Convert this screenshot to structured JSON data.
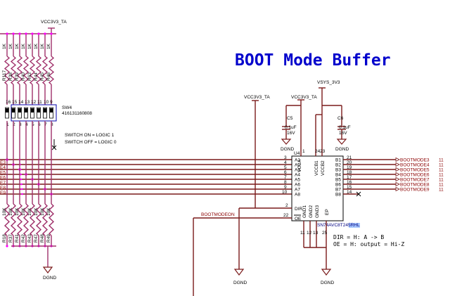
{
  "title": "BOOT Mode Buffer",
  "power": {
    "vcc_top_left": "VCC3V3_TA",
    "vcc_mid": "VCC3V3_TA",
    "vcc_mid2": "VCC3V3_TA",
    "vsys": "VSYS_3V3"
  },
  "resistors_top": {
    "values": [
      "1K",
      "1K",
      "1K",
      "1K",
      "1K",
      "1K",
      "1K",
      "1K"
    ],
    "refs": [
      "R117",
      "R38",
      "R39",
      "R40",
      "R63",
      "R44",
      "R45",
      "R46"
    ]
  },
  "resistors_bottom": {
    "values": [
      "10K",
      "10K",
      "10K",
      "10K",
      "10K",
      "10K",
      "10K",
      "10K"
    ],
    "refs": [
      "R18",
      "R37",
      "R41",
      "R42",
      "R43",
      "R47",
      "R48",
      "R49"
    ]
  },
  "switch": {
    "ref": "SW4",
    "part": "416131160808",
    "pins_top": [
      "16",
      "15",
      "14",
      "13",
      "12",
      "11",
      "10",
      "9"
    ],
    "pins_bottom": [
      "1",
      "2",
      "3",
      "4",
      "5",
      "6",
      "7",
      "8"
    ]
  },
  "switch_note": {
    "on": "SWITCH ON  =  LOGIC 1",
    "off": "SWITCH OFF  =  LOGIC 0"
  },
  "caps": [
    {
      "ref": "C5",
      "value": "0.1uF",
      "voltage": "16V"
    },
    {
      "ref": "C6",
      "value": "0.1uF",
      "voltage": "16V"
    }
  ],
  "ic": {
    "ref": "U4",
    "part": "SN74AVC8T245RHL",
    "a_pins": [
      {
        "num": "3",
        "name": "A1"
      },
      {
        "num": "4",
        "name": "A2"
      },
      {
        "num": "5",
        "name": "A3"
      },
      {
        "num": "6",
        "name": "A4"
      },
      {
        "num": "7",
        "name": "A5"
      },
      {
        "num": "8",
        "name": "A6"
      },
      {
        "num": "9",
        "name": "A7"
      },
      {
        "num": "10",
        "name": "A8"
      }
    ],
    "b_pins": [
      {
        "num": "21",
        "name": "B1"
      },
      {
        "num": "20",
        "name": "B2"
      },
      {
        "num": "19",
        "name": "B3"
      },
      {
        "num": "18",
        "name": "B4"
      },
      {
        "num": "17",
        "name": "B5"
      },
      {
        "num": "16",
        "name": "B6"
      },
      {
        "num": "15",
        "name": "B7"
      },
      {
        "num": "14",
        "name": "B8"
      }
    ],
    "top_pins": [
      {
        "num": "1",
        "name": "VCCA"
      },
      {
        "num": "24",
        "name": "VCCB1"
      },
      {
        "num": "23",
        "name": "VCCB2"
      }
    ],
    "dir_pin": {
      "num": "2",
      "name": "DIR"
    },
    "oe_pin": {
      "num": "22",
      "name": "OE"
    },
    "gnd_pins": [
      {
        "num": "11",
        "name": "GND1"
      },
      {
        "num": "12",
        "name": "GND2"
      },
      {
        "num": "13",
        "name": "GND3"
      }
    ],
    "ep_pin": {
      "num": "25",
      "name": "EP"
    }
  },
  "nets_out": [
    "BOOTMODE3",
    "BOOTMODE4",
    "BOOTMODE5",
    "BOOTMODE6",
    "BOOTMODE7",
    "BOOTMODE8",
    "BOOTMODE9"
  ],
  "net_page_refs": [
    "11",
    "11",
    "11",
    "11",
    "11",
    "11",
    "11"
  ],
  "left_net_fragments": [
    "E3",
    "E4",
    "E5",
    "E6",
    "E7",
    "E8",
    "E9"
  ],
  "bootmodeon": "BOOTMODEON",
  "dir_note": "DIR = H: A -> B",
  "oe_note": "OE = H: output = Hi-Z",
  "ground_labels": [
    "DGND",
    "DGND",
    "DGND",
    "DGND",
    "DGND"
  ]
}
